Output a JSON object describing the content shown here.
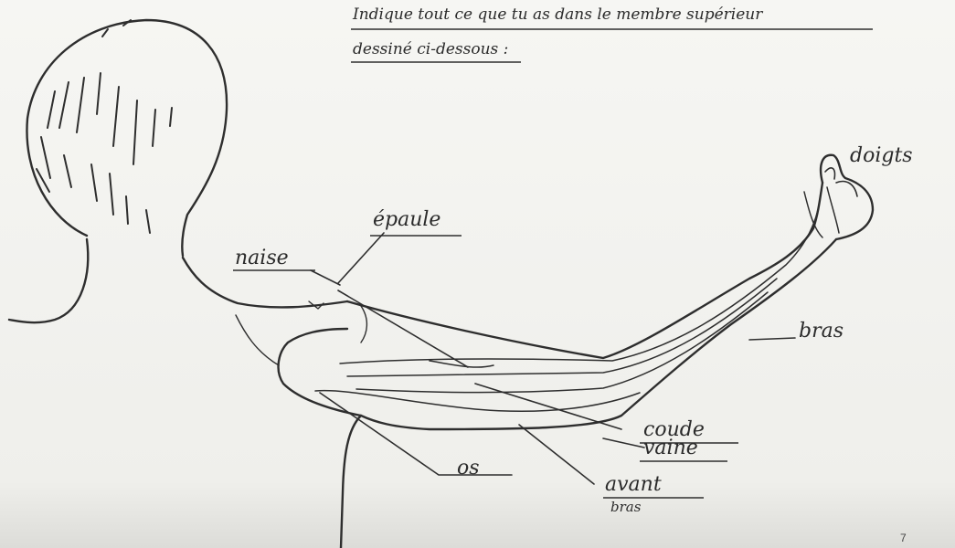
{
  "instruction": {
    "line1": "Indique tout ce que tu as dans le membre supérieur",
    "line2": "dessiné ci-dessous :"
  },
  "labels": {
    "doigts": "doigts",
    "epaule": "épaule",
    "naise": "naise",
    "bras": "bras",
    "coude": "coude",
    "vaine": "vaine",
    "os": "os",
    "avant": "avant",
    "avant_bras": "bras"
  },
  "page_number": "7"
}
